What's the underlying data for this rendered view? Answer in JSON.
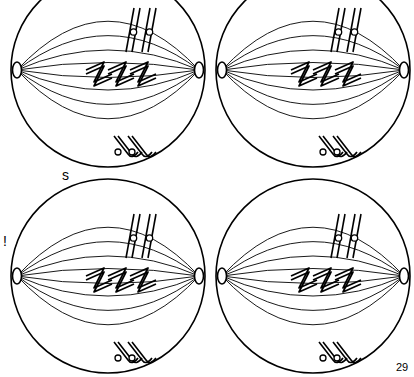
{
  "diagram": {
    "labels": [
      "s",
      "!",
      "29"
    ]
  }
}
